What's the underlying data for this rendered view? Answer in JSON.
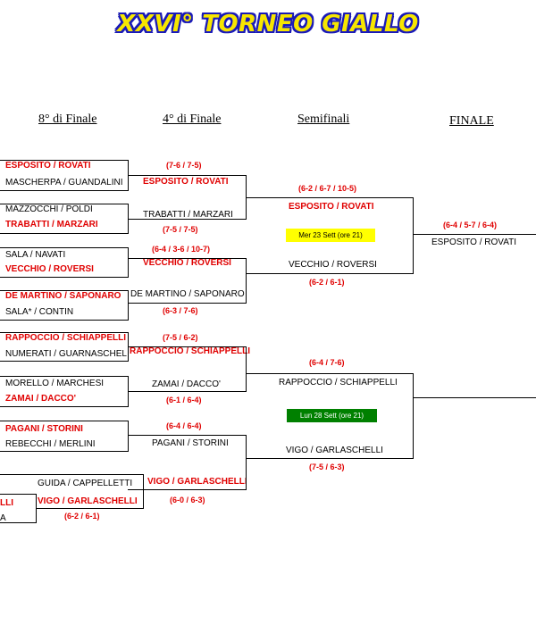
{
  "title": "XXVI° TORNEO GIALLO",
  "headers": {
    "r16": "8° di Finale",
    "qf": "4° di Finale",
    "sf": "Semifinali",
    "final": "FINALE"
  },
  "r16": [
    "ESPOSITO / ROVATI",
    "MASCHERPA / GUANDALINI",
    "MAZZOCCHI / POLDI",
    "TRABATTI / MARZARI",
    "SALA / NAVATI",
    "VECCHIO / ROVERSI",
    "DE MARTINO / SAPONARO",
    "SALA* / CONTIN",
    "RAPPOCCIO / SCHIAPPELLI",
    "NUMERATI / GUARNASCHEL",
    "MORELLO / MARCHESI",
    "ZAMAI / DACCO'",
    "PAGANI / STORINI",
    "REBECCHI / MERLINI",
    "LLI",
    "A"
  ],
  "r16_scores": [
    "(7-6 / 7-5)",
    "(7-5 / 7-5)",
    "(6-4 / 3-6 / 10-7)",
    "(6-3 / 7-6)",
    "(7-5 / 6-2)",
    "(6-1 / 6-4)",
    "(6-4 / 6-4)",
    "(6-0 / 6-3)",
    "(6-2 / 6-1)"
  ],
  "qf": [
    "ESPOSITO / ROVATI",
    "TRABATTI / MARZARI",
    "VECCHIO / ROVERSI",
    "DE MARTINO / SAPONARO",
    "RAPPOCCIO / SCHIAPPELLI",
    "ZAMAI / DACCO'",
    "PAGANI / STORINI",
    "VIGO / GARLASCHELLI",
    "GUIDA / CAPPELLETTI",
    "VIGO / GARLASCHELLI"
  ],
  "qf_scores": [
    "(6-2 / 6-7 / 10-5)",
    "(6-2 / 6-1)",
    "(6-4 / 7-6)",
    "(7-5 / 6-3)"
  ],
  "sf": [
    "ESPOSITO / ROVATI",
    "VECCHIO / ROVERSI",
    "RAPPOCCIO / SCHIAPPELLI",
    "VIGO / GARLASCHELLI"
  ],
  "sf_dates": [
    {
      "label": "Mer 23 Sett (ore 21)",
      "bg": "#ffff00",
      "fg": "#000000"
    },
    {
      "label": "Lun 28 Sett (ore 21)",
      "bg": "#008000",
      "fg": "#ffffff"
    }
  ],
  "final": {
    "score": "(6-4 / 5-7 / 6-4)",
    "player": "ESPOSITO / ROVATI"
  }
}
